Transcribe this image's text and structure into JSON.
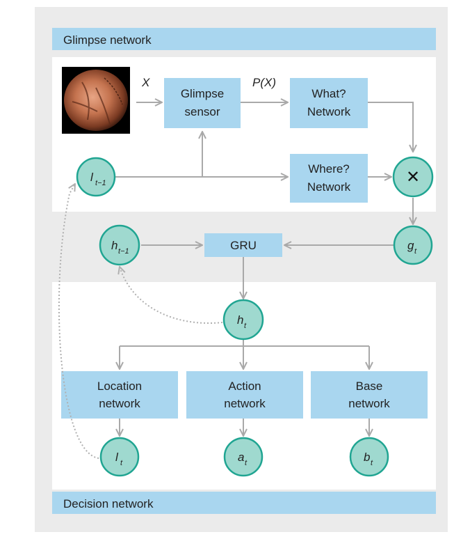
{
  "glimpse_section": {
    "title": "Glimpse network"
  },
  "decision_section": {
    "title": "Decision network"
  },
  "edges": {
    "x_label": "X",
    "px_label": "P(X)"
  },
  "boxes": {
    "glimpse_sensor": [
      "Glimpse",
      "sensor"
    ],
    "what_network": [
      "What?",
      "Network"
    ],
    "where_network": [
      "Where?",
      "Network"
    ],
    "gru": "GRU",
    "location_network": [
      "Location",
      "network"
    ],
    "action_network": [
      "Action",
      "network"
    ],
    "base_network": [
      "Base",
      "network"
    ]
  },
  "nodes": {
    "l_prev": {
      "base": "l",
      "sub": "t−1"
    },
    "multiply": "✕",
    "g_t": {
      "base": "g",
      "sub": "t"
    },
    "h_prev": {
      "base": "h",
      "sub": "t−1"
    },
    "h_t": {
      "base": "h",
      "sub": "t"
    },
    "l_t": {
      "base": "l",
      "sub": "t"
    },
    "a_t": {
      "base": "a",
      "sub": "t"
    },
    "b_t": {
      "base": "b",
      "sub": "t"
    }
  },
  "colors": {
    "panel_bg": "#ebebeb",
    "box_fill": "#a9d6ef",
    "node_fill": "#9fd9cf",
    "node_stroke": "#20a592",
    "arrow": "#a9a9a9"
  },
  "image": {
    "name": "endoscopy-image"
  }
}
